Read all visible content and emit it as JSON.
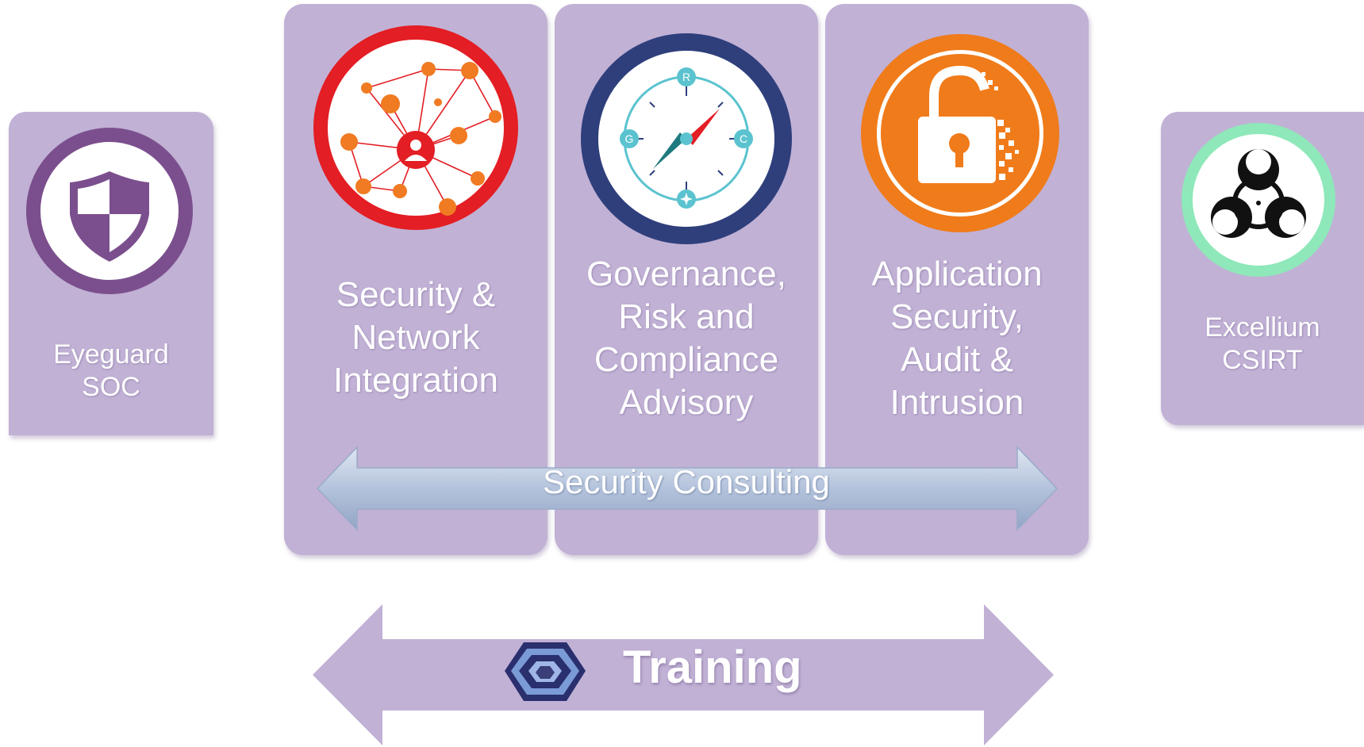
{
  "colors": {
    "card": "#c1b1d5",
    "eyeguard": "#7b4f8d",
    "network": "#e31e24",
    "network_nodes": "#f07b22",
    "governance": "#2f3f7c",
    "compass": "#5bc3cf",
    "appsec": "#f07b1a",
    "csirt": "#8ee8b9",
    "consulting_arrow": "#b4c3dc",
    "training_arrow": "#c1b1d5"
  },
  "cards": {
    "eyeguard": {
      "icon": "shield-icon",
      "line1": "Eyeguard",
      "line2": "SOC"
    },
    "network": {
      "icon": "network-icon",
      "line1": "Security &",
      "line2": "Network",
      "line3": "Integration"
    },
    "governance": {
      "icon": "compass-icon",
      "line1": "Governance,",
      "line2": "Risk and",
      "line3": "Compliance",
      "line4": "Advisory",
      "compass_letters": {
        "north": "R",
        "west": "G",
        "east": "C"
      }
    },
    "appsec": {
      "icon": "padlock-icon",
      "line1": "Application",
      "line2": "Security,",
      "line3": "Audit &",
      "line4": "Intrusion"
    },
    "csirt": {
      "icon": "biohazard-icon",
      "line1": "Excellium",
      "line2": "CSIRT"
    }
  },
  "consulting": {
    "label": "Security Consulting"
  },
  "training": {
    "label": "Training",
    "icon": "maze-icon"
  }
}
